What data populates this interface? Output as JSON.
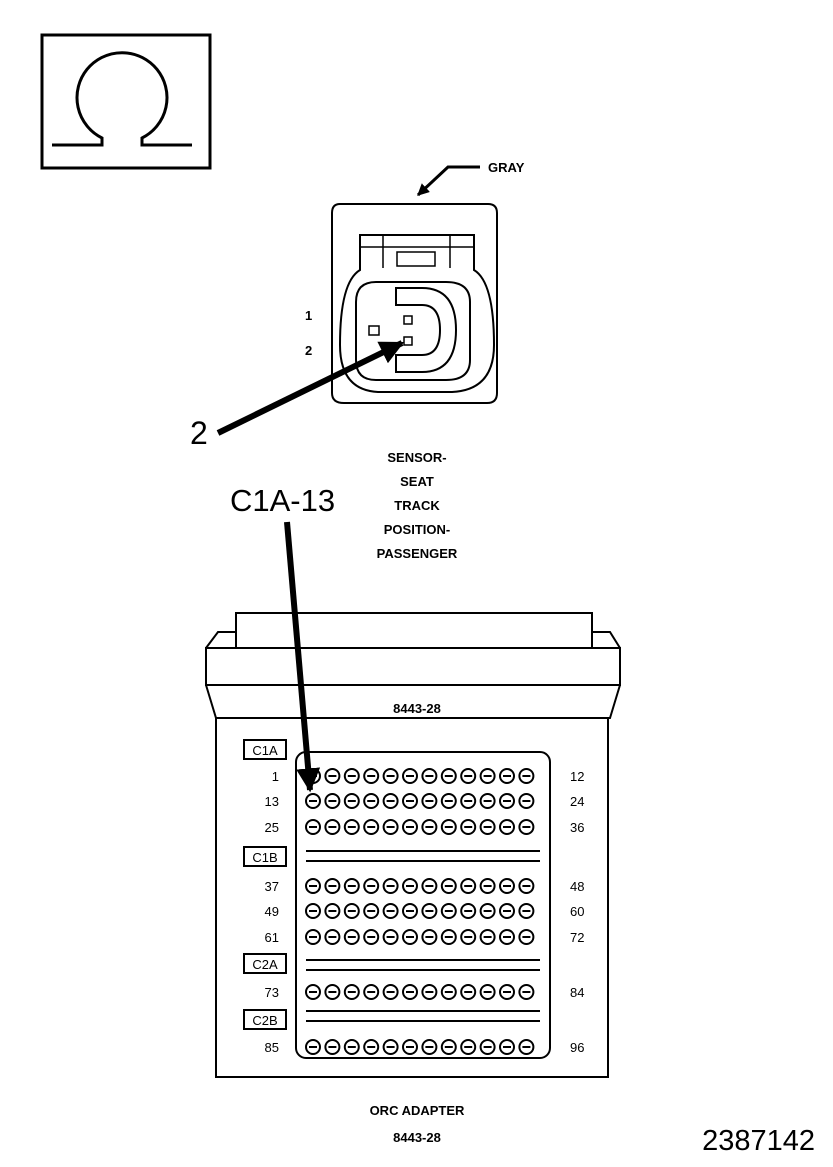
{
  "symbol": {
    "icon": "ohm-icon"
  },
  "connector": {
    "color_callout": "GRAY",
    "pin_labels": [
      "1",
      "2"
    ],
    "probe_pin": "2",
    "name_lines": [
      "SENSOR-",
      "SEAT",
      "TRACK",
      "POSITION-",
      "PASSENGER"
    ]
  },
  "adapter": {
    "probe_label": "C1A-13",
    "part_number": "8443-28",
    "rows": [
      {
        "left": "1",
        "right": "12",
        "section": "C1A"
      },
      {
        "left": "13",
        "right": "24"
      },
      {
        "left": "25",
        "right": "36"
      },
      {
        "left": "37",
        "right": "48",
        "section": "C1B"
      },
      {
        "left": "49",
        "right": "60"
      },
      {
        "left": "61",
        "right": "72"
      },
      {
        "left": "73",
        "right": "84",
        "section": "C2A"
      },
      {
        "left": "85",
        "right": "96",
        "section": "C2B"
      }
    ],
    "caption": "ORC ADAPTER",
    "caption_part": "8443-28"
  },
  "figure_id": "2387142"
}
